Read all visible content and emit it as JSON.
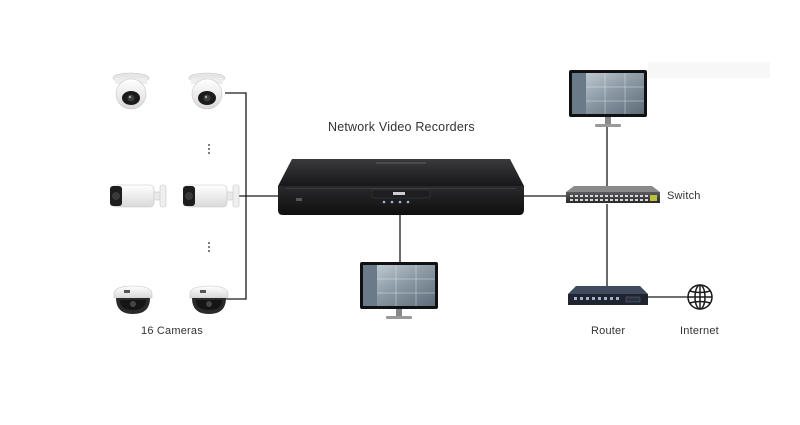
{
  "labels": {
    "nvr": "Network Video Recorders",
    "cameras": "16 Cameras",
    "switch": "Switch",
    "router": "Router",
    "internet": "Internet"
  },
  "colors": {
    "line": "#1a1a1a",
    "device_dark": "#1c1c1e",
    "camera_white": "#f2f2f2",
    "screen_blue": "#8fb1c8"
  },
  "icons": {
    "turret_camera": "turret-camera-icon",
    "bullet_camera": "bullet-camera-icon",
    "dome_camera": "dome-camera-icon",
    "monitor": "monitor-icon",
    "switch": "network-switch-icon",
    "router": "router-icon",
    "internet": "globe-icon"
  }
}
